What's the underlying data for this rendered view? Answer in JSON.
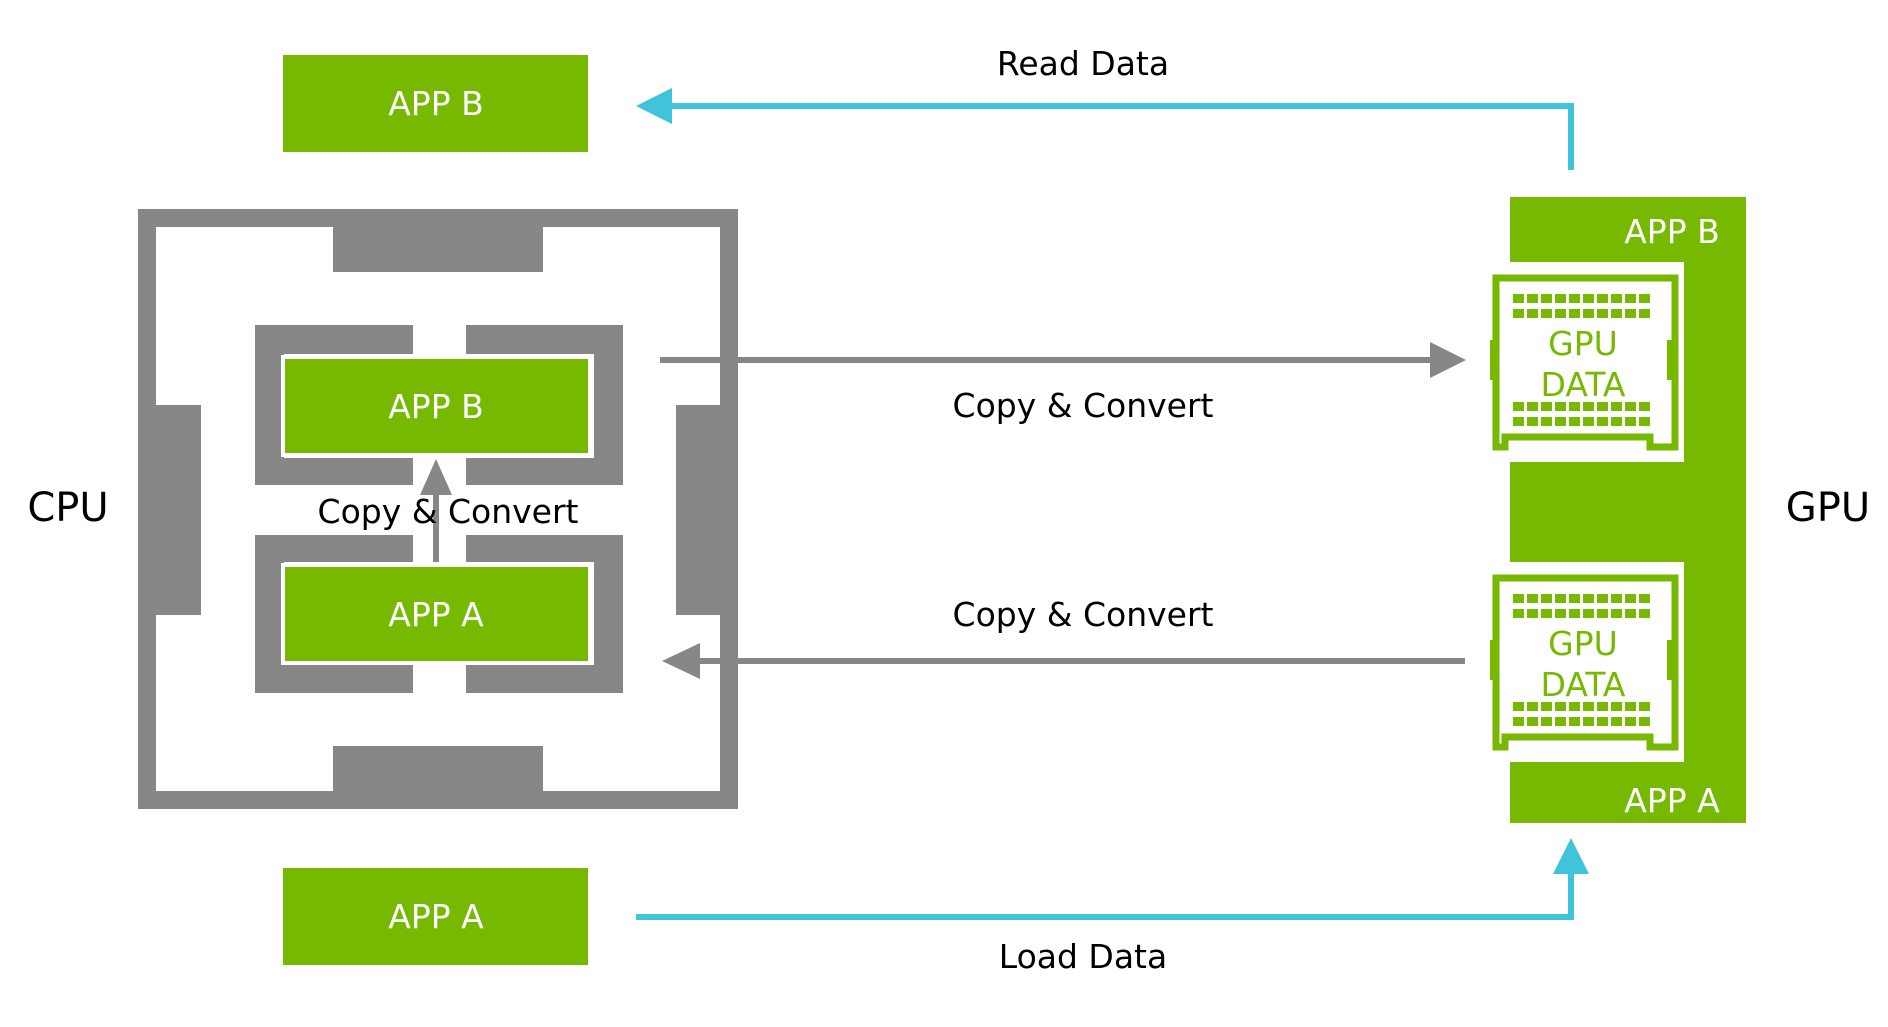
{
  "labels": {
    "cpu": "CPU",
    "gpu": "GPU",
    "read_data": "Read Data",
    "load_data": "Load Data",
    "copy_convert_top": "Copy & Convert",
    "copy_convert_bottom": "Copy & Convert",
    "copy_convert_inner": "Copy & Convert"
  },
  "boxes": {
    "app_b_outer": "APP B",
    "app_a_outer": "APP A",
    "app_b_cpu": "APP B",
    "app_a_cpu": "APP A",
    "gpu_app_b": "APP B",
    "gpu_app_a": "APP A"
  },
  "gpu_chips": [
    {
      "line1": "GPU",
      "line2": "DATA"
    },
    {
      "line1": "GPU",
      "line2": "DATA"
    }
  ],
  "colors": {
    "nvidia_green": "#76b900",
    "grey": "#878787",
    "cyan": "#3fc4dc",
    "text": "#000000"
  }
}
